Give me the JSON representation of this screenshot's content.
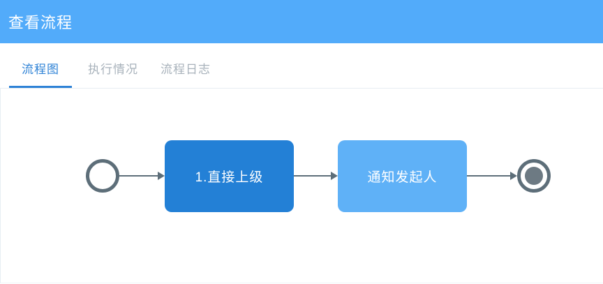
{
  "window": {
    "title": "查看流程"
  },
  "tabs": {
    "items": [
      {
        "label": "流程图",
        "active": true
      },
      {
        "label": "执行情况",
        "active": false
      },
      {
        "label": "流程日志",
        "active": false
      }
    ]
  },
  "diagram": {
    "nodes": [
      {
        "id": "start",
        "type": "start-event"
      },
      {
        "id": "task1",
        "type": "task",
        "label": "1.直接上级",
        "color": "#2380d6"
      },
      {
        "id": "task2",
        "type": "task",
        "label": "通知发起人",
        "color": "#5fb1f7"
      },
      {
        "id": "end",
        "type": "end-event"
      }
    ],
    "flow": "start -> task1 -> task2 -> end"
  },
  "colors": {
    "header_bg": "#52abfa",
    "tab_active": "#2e82d6",
    "tab_inactive": "#a8b2bb",
    "task_primary": "#2380d6",
    "task_secondary": "#5fb1f7",
    "event_stroke": "#5d6e79",
    "connector": "#5d6e79"
  }
}
